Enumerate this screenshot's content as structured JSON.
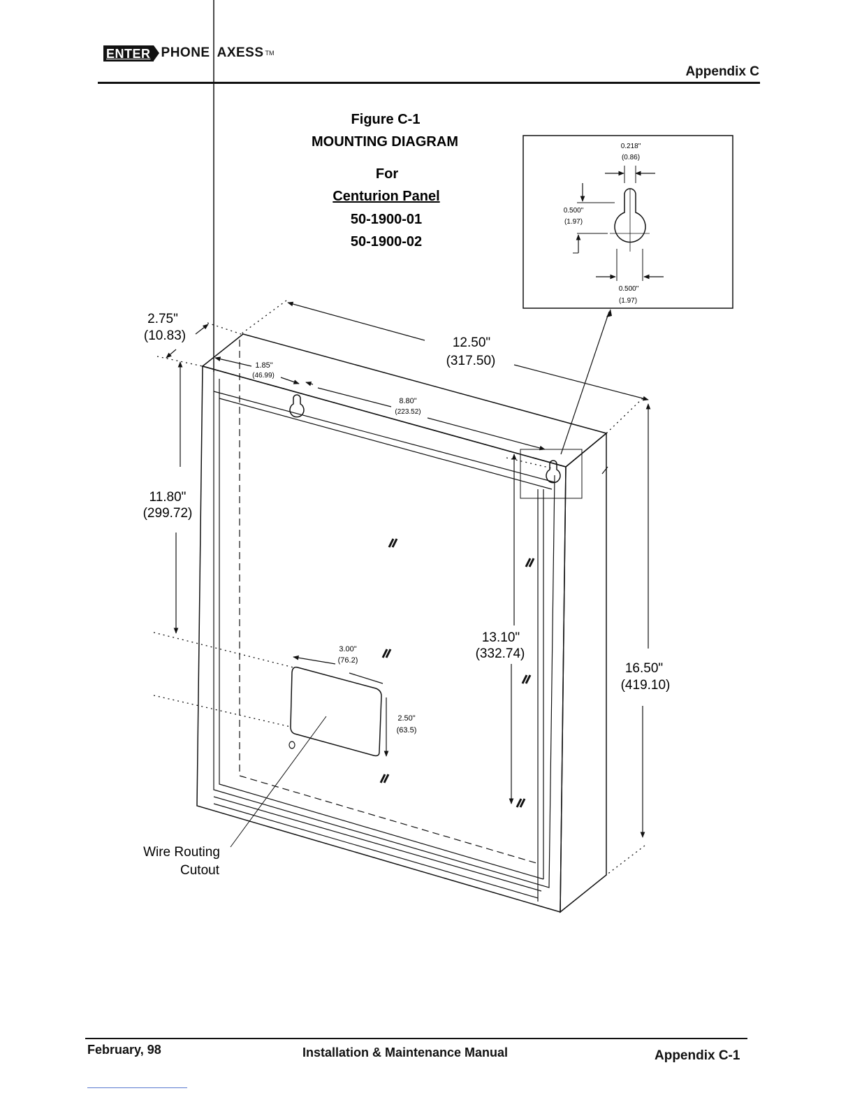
{
  "header": {
    "logo_box": "ENTER",
    "logo_word1": "PHONE",
    "logo_word2": "AXESS",
    "logo_tm": "TM",
    "section": "Appendix C"
  },
  "figure": {
    "number": "Figure C-1",
    "title": "MOUNTING DIAGRAM",
    "for": "For",
    "panel": "Centurion Panel",
    "part1": "50-1900-01",
    "part2": "50-1900-02"
  },
  "detail": {
    "slot_width_in": "0.218\"",
    "slot_width_mm": "(0.86)",
    "height_in": "0.500\"",
    "height_mm": "(1.97)",
    "width_in": "0.500\"",
    "width_mm": "(1.97)"
  },
  "dimensions": {
    "depth_in": "2.75\"",
    "depth_mm": "(10.83)",
    "width_in": "12.50\"",
    "width_mm": "(317.50)",
    "offset_in": "1.85\"",
    "offset_mm": "(46.99)",
    "hole_spacing_in": "8.80\"",
    "hole_spacing_mm": "(223.52)",
    "left_height_in": "11.80\"",
    "left_height_mm": "(299.72)",
    "cutout_width_in": "3.00\"",
    "cutout_width_mm": "(76.2)",
    "cutout_height_in": "2.50\"",
    "cutout_height_mm": "(63.5)",
    "right_height_in": "13.10\"",
    "right_height_mm": "(332.74)",
    "total_height_in": "16.50\"",
    "total_height_mm": "(419.10)"
  },
  "labels": {
    "wire_routing_line1": "Wire Routing",
    "wire_routing_line2": "Cutout"
  },
  "footer": {
    "date": "February, 98",
    "manual": "Installation & Maintenance Manual",
    "page": "Appendix C-1"
  }
}
